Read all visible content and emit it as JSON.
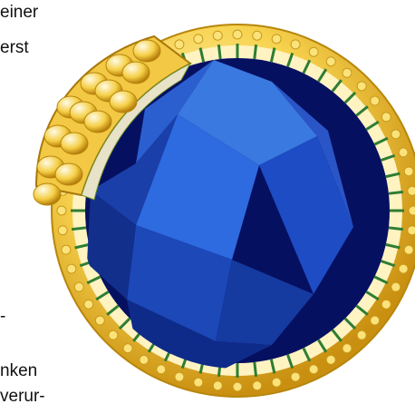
{
  "text_fragments": [
    "einer",
    "erst",
    "-",
    "nken",
    "verur-"
  ],
  "colors": {
    "background": "#ffffff",
    "text": "#111111",
    "envelope_outer": "#f0c534",
    "envelope_inner": "#fff3c2",
    "spike": "#2e7d32",
    "capsid_light": "#3f7fe6",
    "capsid_mid": "#1a46b9",
    "capsid_dark": "#0f2b8a",
    "interior_shadow": "#061060"
  }
}
